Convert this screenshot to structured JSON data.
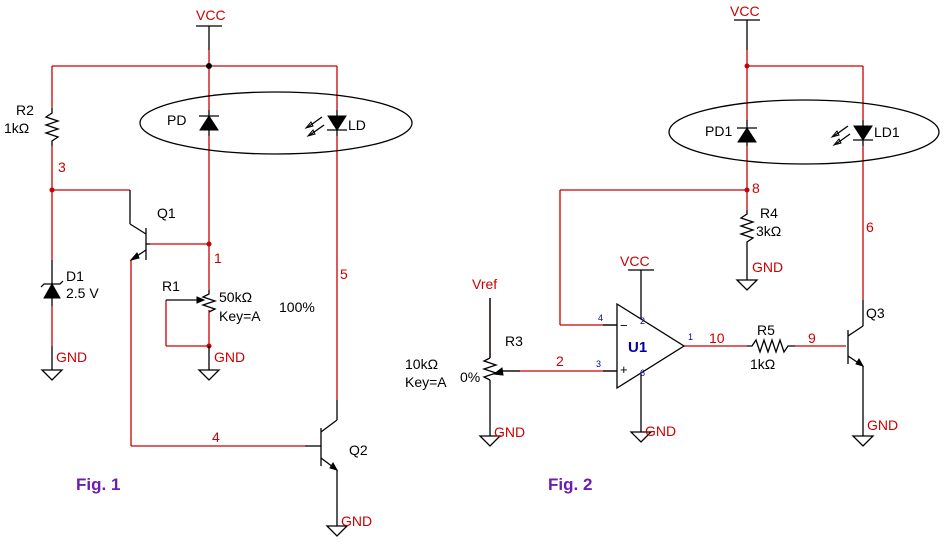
{
  "fig1": {
    "caption": "Fig. 1",
    "vcc": "VCC",
    "gnd_d1": "GND",
    "gnd_r1": "GND",
    "gnd_q2": "GND",
    "r2_name": "R2",
    "r2_value": "1kΩ",
    "d1_name": "D1",
    "d1_value": "2.5 V",
    "q1_name": "Q1",
    "q2_name": "Q2",
    "r1_name": "R1",
    "r1_value": "50kΩ",
    "r1_key": "Key=A",
    "r1_setting": "100%",
    "pd_name": "PD",
    "ld_name": "LD",
    "net_1": "1",
    "net_3": "3",
    "net_4": "4",
    "net_5": "5"
  },
  "fig2": {
    "caption": "Fig. 2",
    "vcc_top": "VCC",
    "vcc_opamp": "VCC",
    "vref": "Vref",
    "gnd_r3": "GND",
    "gnd_opamp": "GND",
    "gnd_r4": "GND",
    "gnd_q3": "GND",
    "pd1_name": "PD1",
    "ld1_name": "LD1",
    "r4_name": "R4",
    "r4_value": "3kΩ",
    "r3_name": "R3",
    "r3_value": "10kΩ",
    "r3_key": "Key=A",
    "r3_setting": "0%",
    "r5_name": "R5",
    "r5_value": "1kΩ",
    "q3_name": "Q3",
    "u1_name": "U1",
    "pin_4": "4",
    "pin_3": "3",
    "pin_2": "2",
    "pin_6": "6",
    "pin_1": "1",
    "net_2": "2",
    "net_6": "6",
    "net_8": "8",
    "net_9": "9",
    "net_10": "10"
  },
  "colors": {
    "wire": "#cc0000",
    "component": "#000000",
    "pin_number": "#0000aa",
    "caption": "#6a1fb0"
  }
}
